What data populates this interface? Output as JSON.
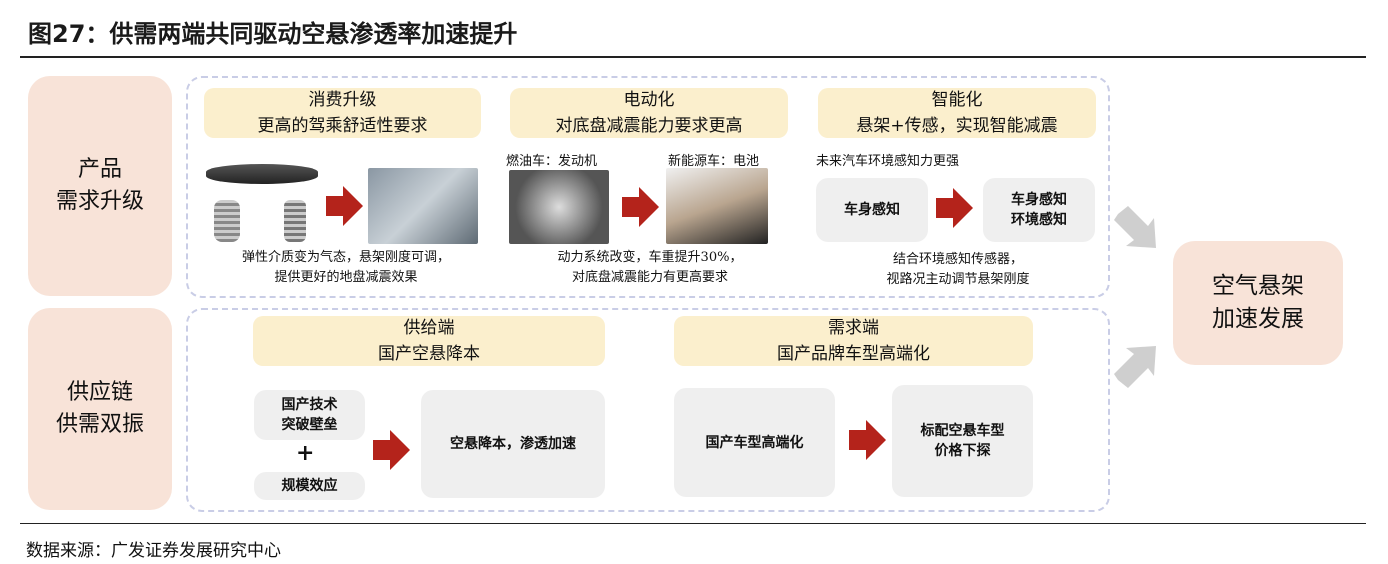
{
  "title": "图27：供需两端共同驱动空悬渗透率加速提升",
  "row1": {
    "label": "产品\n需求升级",
    "col1": {
      "header": "消费升级\n更高的驾乘舒适性要求",
      "caption": "弹性介质变为气态，悬架刚度可调，\n提供更好的地盘减震效果"
    },
    "col2": {
      "header": "电动化\n对底盘减震能力要求更高",
      "left_label": "燃油车：发动机",
      "right_label": "新能源车：电池",
      "caption": "动力系统改变，车重提升30%，\n对底盘减震能力有更高要求"
    },
    "col3": {
      "header": "智能化\n悬架+传感，实现智能减震",
      "subtitle": "未来汽车环境感知力更强",
      "box_left": "车身感知",
      "box_right": "车身感知\n环境感知",
      "caption": "结合环境感知传感器，\n视路况主动调节悬架刚度"
    }
  },
  "row2": {
    "label": "供应链\n供需双振",
    "supply": {
      "header": "供给端\n国产空悬降本",
      "box_a": "国产技术\n突破壁垒",
      "plus": "+",
      "box_b": "规模效应",
      "result": "空悬降本，渗透加速"
    },
    "demand": {
      "header": "需求端\n国产品牌车型高端化",
      "box_a": "国产车型高端化",
      "result": "标配空悬车型\n价格下探"
    }
  },
  "outcome": "空气悬架\n加速发展",
  "source": "数据来源：广发证券发展研究中心",
  "colors": {
    "arrow": "#b4231b",
    "side": "#f8e3d8",
    "header": "#fbefcd",
    "box": "#efefef"
  }
}
